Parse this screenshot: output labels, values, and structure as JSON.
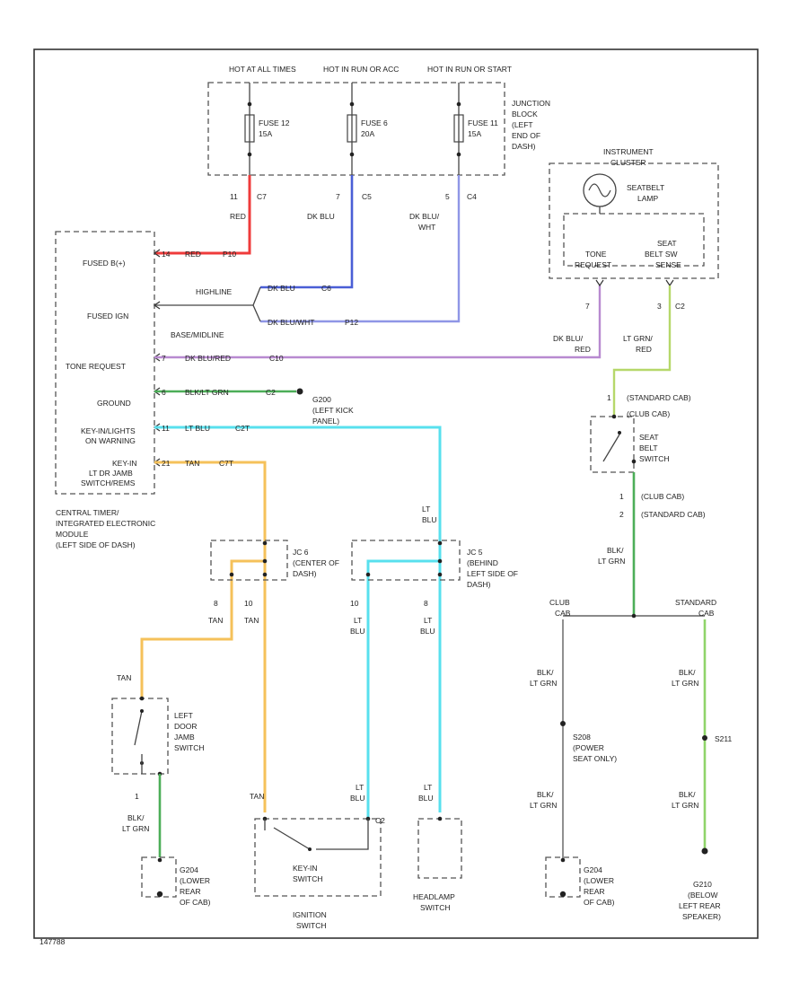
{
  "fuses": [
    {
      "hot": "HOT AT ALL TIMES",
      "name": "FUSE 12",
      "rating": "15A"
    },
    {
      "hot": "HOT IN RUN OR ACC",
      "name": "FUSE 6",
      "rating": "20A"
    },
    {
      "hot": "HOT IN RUN OR START",
      "name": "FUSE 11",
      "rating": "15A"
    }
  ],
  "junction_block": {
    "l1": "JUNCTION",
    "l2": "BLOCK",
    "l3": "(LEFT",
    "l4": "END OF",
    "l5": "DASH)"
  },
  "fuse_out": [
    {
      "pin": "11",
      "conn": "C7",
      "wire": "RED"
    },
    {
      "pin": "7",
      "conn": "C5",
      "wire": "DK BLU"
    },
    {
      "pin": "5",
      "conn": "C4",
      "wire1": "DK BLU/",
      "wire2": "WHT"
    }
  ],
  "module": {
    "pins": [
      {
        "label": "FUSED B(+)",
        "pin": "14",
        "wire": "RED",
        "conn": "P10"
      },
      {
        "label": "FUSED IGN"
      },
      {
        "label": "TONE REQUEST",
        "pin": "7",
        "wire": "DK BLU/RED",
        "conn": "C10"
      },
      {
        "label": "GROUND",
        "pin": "6",
        "wire": "BLK/LT GRN",
        "conn": "C2"
      },
      {
        "label1": "KEY-IN/LIGHTS",
        "label2": "ON WARNING",
        "pin": "11",
        "wire": "LT BLU",
        "conn": "C2T"
      },
      {
        "label1": "KEY-IN",
        "label2": "LT DR JAMB",
        "label3": "SWITCH/REMS",
        "pin": "21",
        "wire": "TAN",
        "conn": "C7T"
      }
    ],
    "highline": "HIGHLINE",
    "baseline": "BASE/MIDLINE",
    "hl_wire": "DK BLU",
    "hl_conn": "C6",
    "bl_wire": "DK BLU/WHT",
    "bl_conn": "P12",
    "desc": [
      "CENTRAL TIMER/",
      "INTEGRATED ELECTRONIC",
      "MODULE",
      "(LEFT SIDE OF DASH)"
    ]
  },
  "ground_g200": {
    "name": "G200",
    "l1": "(LEFT KICK",
    "l2": "PANEL)"
  },
  "cluster": {
    "title1": "INSTRUMENT",
    "title2": "CLUSTER",
    "lamp1": "SEATBELT",
    "lamp2": "LAMP",
    "tone1": "TONE",
    "tone2": "REQUEST",
    "seat1": "SEAT",
    "seat2": "BELT SW",
    "seat3": "SENSE",
    "pin_tone": "7",
    "pin_seat": "3",
    "conn_seat": "C2",
    "wire_tone1": "DK BLU/",
    "wire_tone2": "RED",
    "wire_seat1": "LT GRN/",
    "wire_seat2": "RED"
  },
  "seat_belt_switch": {
    "l1": "SEAT",
    "l2": "BELT",
    "l3": "SWITCH",
    "pin_top": "1",
    "cab_top1": "(STANDARD CAB)",
    "cab_top2": "(CLUB CAB)",
    "pin_b1": "1",
    "pin_b2": "2",
    "cab_b1": "(CLUB CAB)",
    "cab_b2": "(STANDARD CAB)",
    "wire1": "BLK/",
    "wire2": "LT GRN"
  },
  "split": {
    "club1": "CLUB",
    "club2": "CAB",
    "std1": "STANDARD",
    "std2": "CAB"
  },
  "splices": [
    {
      "l1": "JC 6",
      "l2": "(CENTER OF",
      "l3": "DASH)"
    },
    {
      "l1": "JC 5",
      "l2": "(BEHIND",
      "l3": "LEFT SIDE OF",
      "l4": "DASH)"
    }
  ],
  "wires_mid": [
    {
      "pin": "8",
      "w": "TAN"
    },
    {
      "pin": "10",
      "w": "TAN"
    },
    {
      "pin": "10",
      "w1": "LT",
      "w2": "BLU"
    },
    {
      "pin": "8",
      "w1": "LT",
      "w2": "BLU"
    }
  ],
  "jamb_switch": {
    "l1": "LEFT",
    "l2": "DOOR",
    "l3": "JAMB",
    "l4": "SWITCH",
    "wire": "TAN",
    "pin": "1",
    "w1": "BLK/",
    "w2": "LT GRN"
  },
  "ground_g204": {
    "name": "G204",
    "l1": "(LOWER",
    "l2": "REAR",
    "l3": "OF CAB)"
  },
  "ignition": {
    "name1": "IGNITION",
    "name2": "SWITCH",
    "inner1": "KEY-IN",
    "inner2": "SWITCH",
    "pin": "C2",
    "wire": "TAN",
    "w1": "LT",
    "w2": "BLU"
  },
  "headlamp": {
    "name1": "HEADLAMP",
    "name2": "SWITCH",
    "w1": "LT",
    "w2": "BLU"
  },
  "club_branch": {
    "w1": "BLK/",
    "w2": "LT GRN",
    "s": "S208",
    "s1": "(POWER",
    "s2": "SEAT ONLY)"
  },
  "g204_right": {
    "name": "G204",
    "l1": "(LOWER",
    "l2": "REAR",
    "l3": "OF CAB)"
  },
  "std_branch": {
    "w1": "BLK/",
    "w2": "LT GRN",
    "s": "S211"
  },
  "g210": {
    "name": "G210",
    "l1": "(BELOW",
    "l2": "LEFT REAR",
    "l3": "SPEAKER)"
  },
  "footer": "147788"
}
